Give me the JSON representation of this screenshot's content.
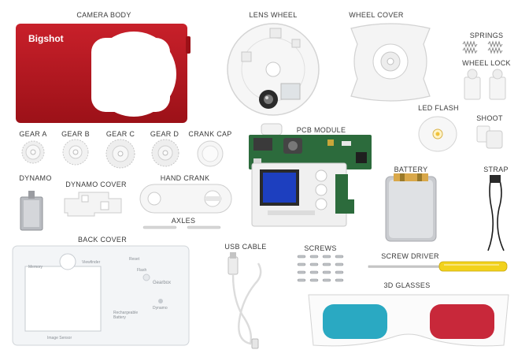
{
  "brand": {
    "logo_text": "Bigshot"
  },
  "labels": {
    "camera_body": "CAMERA BODY",
    "lens_wheel": "LENS WHEEL",
    "wheel_cover": "WHEEL COVER",
    "springs": "SPRINGS",
    "wheel_lock": "WHEEL LOCK",
    "led_flash": "LED FLASH",
    "shoot": "SHOOT",
    "gear_a": "GEAR A",
    "gear_b": "GEAR B",
    "gear_c": "GEAR C",
    "gear_d": "GEAR D",
    "crank_cap": "CRANK CAP",
    "pcb_module": "PCB MODULE",
    "battery": "BATTERY",
    "strap": "STRAP",
    "dynamo": "DYNAMO",
    "dynamo_cover": "DYNAMO COVER",
    "hand_crank": "HAND CRANK",
    "axles": "AXLES",
    "back_cover": "BACK COVER",
    "usb_cable": "USB CABLE",
    "screws": "SCREWS",
    "screw_driver": "SCREW DRIVER",
    "glasses_3d": "3D GLASSES"
  },
  "back_cover_text": {
    "memory": "Memory",
    "viewfinder": "Viewfinder",
    "reset": "Reset",
    "flash": "Flash",
    "gearbox": "Gearbox",
    "dynamo": "Dynamo",
    "battery": "Rechargeable\nBattery",
    "image_sensor": "Image Sensor"
  },
  "colors": {
    "camera_red": "#b3141c",
    "lens_blue": "#2aa9c2",
    "lens_red": "#c8283a",
    "screwdriver_yellow": "#f2d21c",
    "pcb_green": "#2c6b3c"
  }
}
